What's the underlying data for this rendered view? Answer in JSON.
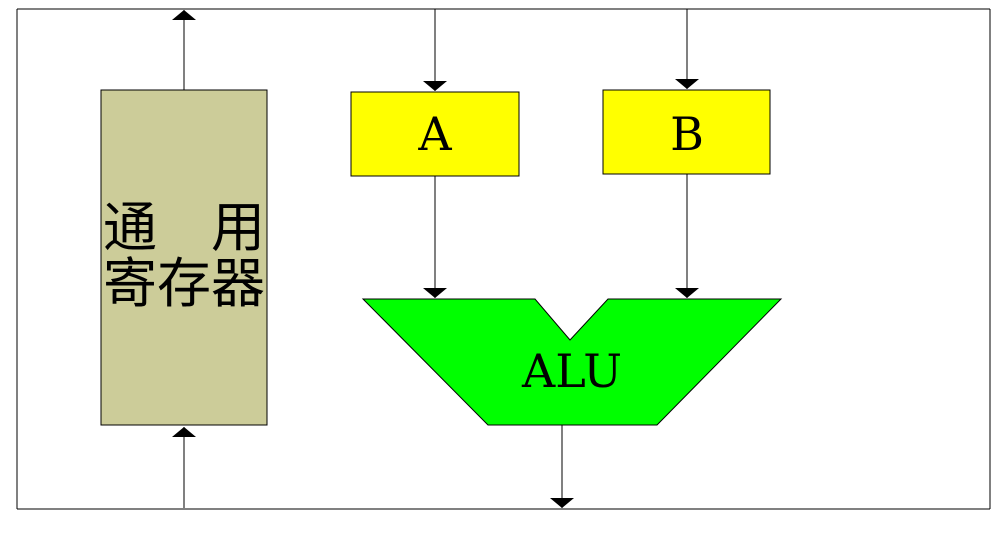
{
  "nodes": {
    "register_file": {
      "label_line1": "通　用",
      "label_line2": "寄存器",
      "fill": "#CCCC99"
    },
    "reg_a": {
      "label": "A",
      "fill": "#FFFF00"
    },
    "reg_b": {
      "label": "B",
      "fill": "#FFFF00"
    },
    "alu": {
      "label": "ALU",
      "fill": "#00FF00"
    }
  },
  "colors": {
    "stroke": "#000000",
    "background": "#FFFFFF"
  }
}
